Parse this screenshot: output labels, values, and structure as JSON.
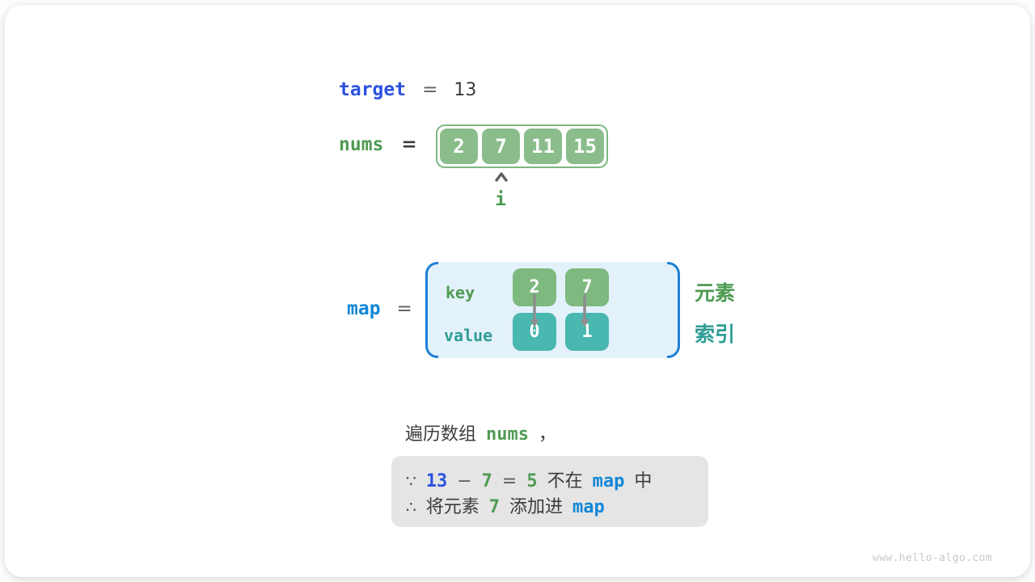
{
  "colors": {
    "royal_blue": "#2b51e2",
    "azure_blue": "#1287d9",
    "green": "#4f9b53",
    "teal": "#2f9d95",
    "array_box_green": "#8abd8b",
    "key_box_green": "#7eb980",
    "value_box_teal": "#48b8b0",
    "map_bg": "#e3f1fb",
    "map_bracket_blue": "#1e80d4",
    "note_bg": "#e5e5e5",
    "dark_text": "#3c3c3c"
  },
  "target_row": {
    "var_name": "target",
    "equals": "=",
    "value": "13"
  },
  "nums_row": {
    "var_name": "nums",
    "equals": "=",
    "values": [
      "2",
      "7",
      "11",
      "15"
    ],
    "pointer_label": "i"
  },
  "map_row": {
    "var_name": "map",
    "equals": "=",
    "key_label": "key",
    "value_label": "value",
    "entries": [
      {
        "key": "2",
        "value": "0"
      },
      {
        "key": "7",
        "value": "1"
      }
    ],
    "element_label": "元素",
    "index_label": "索引"
  },
  "caption": {
    "text_before": "遍历数组",
    "code": "nums",
    "text_after": "，"
  },
  "note": {
    "line1": {
      "symbol": "∵",
      "num_blue": "13",
      "minus": "−",
      "num_green_a": "7",
      "equals": "=",
      "num_green_b": "5",
      "text_a": "不在",
      "code": "map",
      "text_b": "中"
    },
    "line2": {
      "symbol": "∴",
      "text_a": "将元素",
      "num_green": "7",
      "text_b": "添加进",
      "code": "map"
    }
  },
  "watermark": "www.hello-algo.com"
}
